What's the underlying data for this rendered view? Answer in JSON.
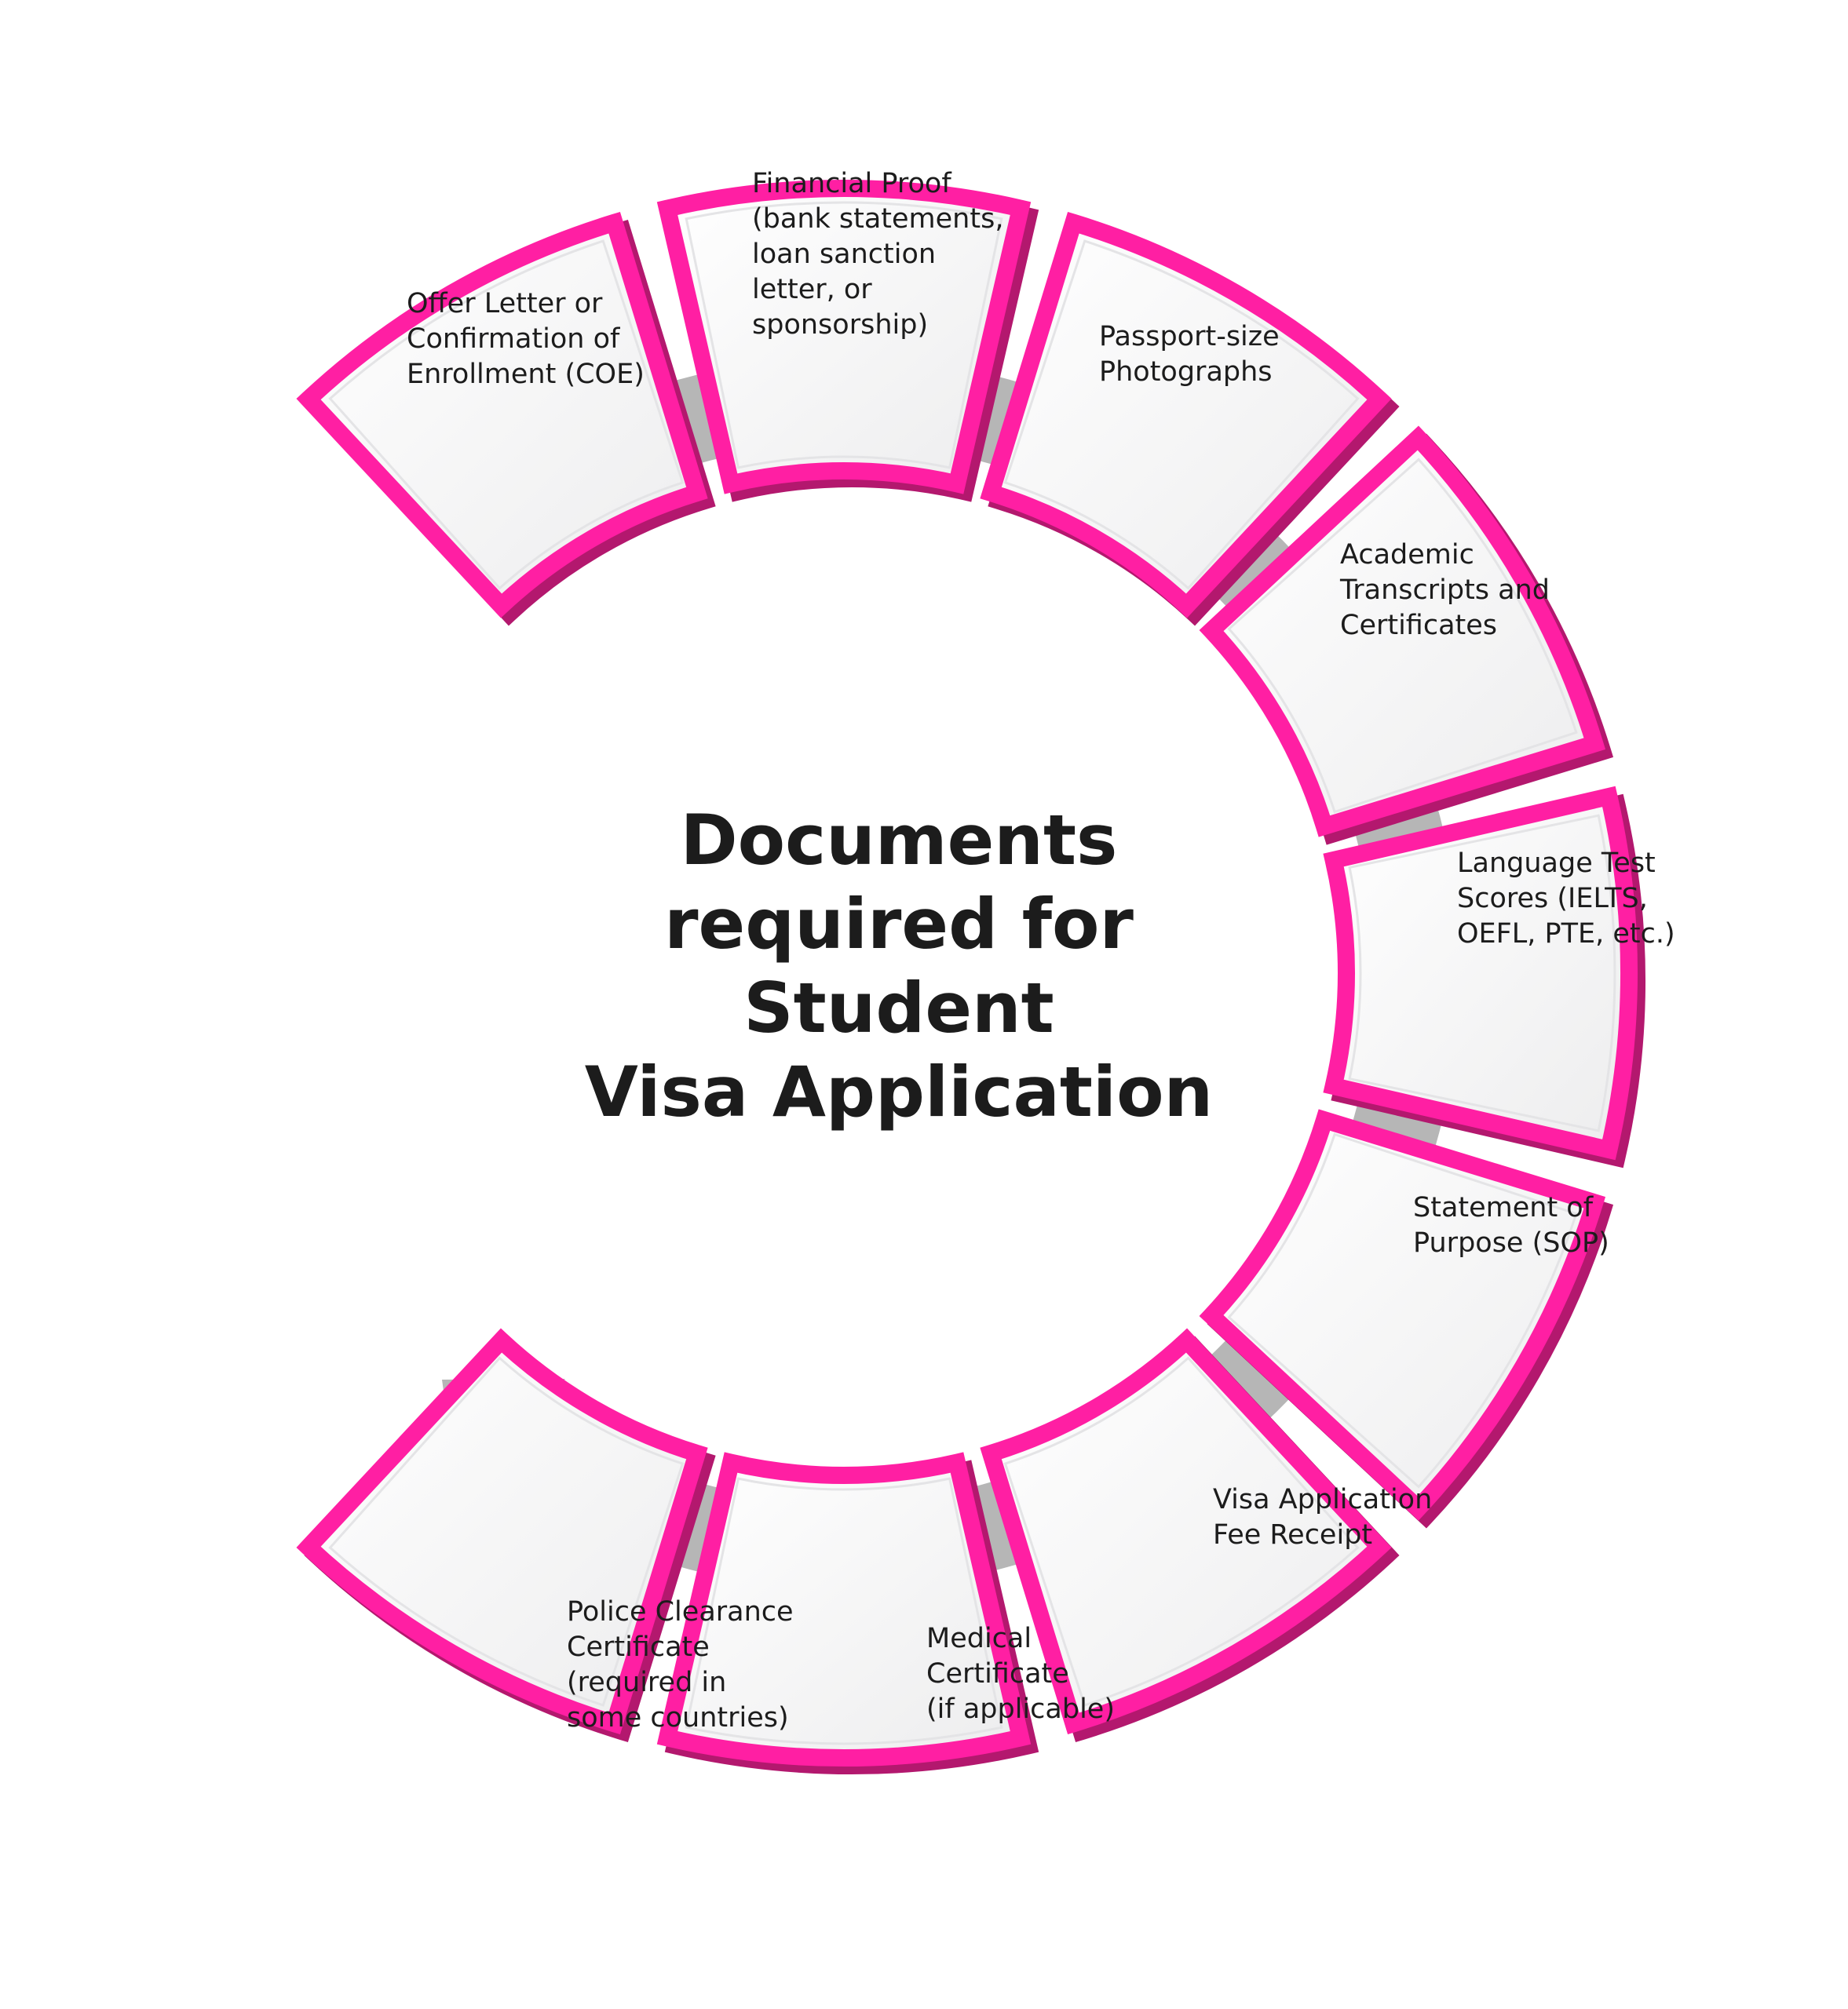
{
  "title": {
    "lines": [
      "Documents",
      "required for",
      "Student",
      "Visa Application"
    ]
  },
  "segments": [
    {
      "id": "offer-letter",
      "lines": [
        "Offer Letter or",
        "Confirmation of",
        "Enrollment (COE)"
      ]
    },
    {
      "id": "financial-proof",
      "lines": [
        "Financial Proof",
        "(bank statements,",
        "loan sanction",
        "letter, or",
        "sponsorship)"
      ]
    },
    {
      "id": "passport-photos",
      "lines": [
        "Passport-size",
        "Photographs"
      ]
    },
    {
      "id": "academic-transcripts",
      "lines": [
        "Academic",
        "Transcripts and",
        "Certificates"
      ]
    },
    {
      "id": "language-test-scores",
      "lines": [
        "Language Test",
        "Scores (IELTS,",
        "OEFL, PTE, etc.)"
      ]
    },
    {
      "id": "statement-of-purpose",
      "lines": [
        "Statement of",
        "Purpose (SOP)"
      ]
    },
    {
      "id": "visa-fee-receipt",
      "lines": [
        "Visa Application",
        "Fee Receipt"
      ]
    },
    {
      "id": "medical-certificate",
      "lines": [
        "Medical",
        "Certificate",
        "(if applicable)"
      ]
    },
    {
      "id": "police-clearance",
      "lines": [
        "Police Clearance",
        "Certificate",
        "(required in",
        "some countries)"
      ]
    }
  ],
  "colors": {
    "segment_border": "#ff1fa3",
    "segment_shadow": "#b3186e",
    "segment_fill": "#f6f6f7",
    "track": "#b6b6b6",
    "text": "#1c1c1c"
  }
}
